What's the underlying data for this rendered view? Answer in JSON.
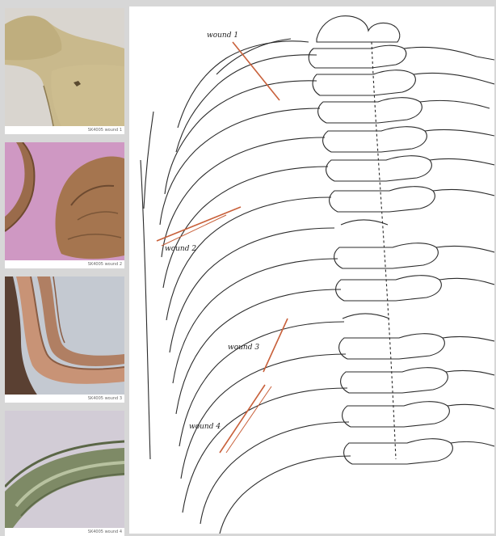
{
  "panels": [
    {
      "caption": "SK4005 wound 1"
    },
    {
      "caption": "SK4005 wound 2"
    },
    {
      "caption": "SK4005 wound 3"
    },
    {
      "caption": "SK4005 wound 4"
    }
  ],
  "diagram": {
    "labels": {
      "wound1": "wound 1",
      "wound2": "wound 2",
      "wound3": "wound 3",
      "wound4": "wound 4"
    },
    "colors": {
      "wound_line": "#c8603a",
      "ink": "#2a2a2a"
    }
  }
}
